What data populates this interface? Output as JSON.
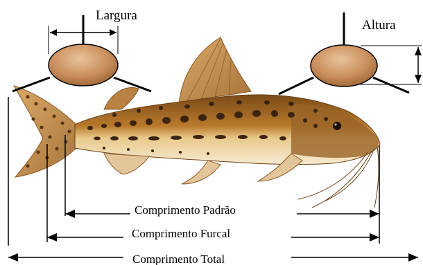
{
  "labels": {
    "largura": "Largura",
    "altura": "Altura",
    "comprimento_padrao": "Comprimento Padrão",
    "comprimento_furcal": "Comprimento Furcal",
    "comprimento_total": "Comprimento Total"
  },
  "colors": {
    "fish_body": "#b97a2c",
    "fish_belly": "#f6ead2",
    "fish_spots": "#3b2410",
    "fin": "#c99a5a",
    "ellipse": "#c98e5c",
    "line": "#000000"
  }
}
